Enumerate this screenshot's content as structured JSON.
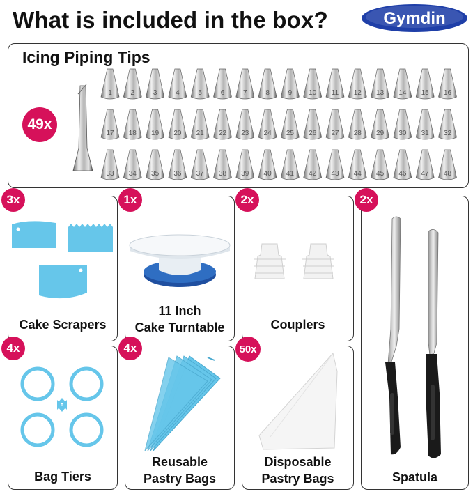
{
  "header": {
    "title": "What is included in the box?",
    "brand": "Gymdin"
  },
  "tips": {
    "heading": "Icing Piping Tips",
    "count_badge": "49x",
    "row1": [
      "1",
      "2",
      "3",
      "4",
      "5",
      "6",
      "7",
      "8",
      "9",
      "10",
      "11",
      "12",
      "13",
      "14",
      "15",
      "16"
    ],
    "row2": [
      "17",
      "18",
      "19",
      "20",
      "21",
      "22",
      "23",
      "24",
      "25",
      "26",
      "27",
      "28",
      "29",
      "30",
      "31",
      "32"
    ],
    "row3": [
      "33",
      "34",
      "35",
      "36",
      "37",
      "38",
      "39",
      "40",
      "41",
      "42",
      "43",
      "44",
      "45",
      "46",
      "47",
      "48"
    ]
  },
  "items": {
    "scrapers": {
      "badge": "3x",
      "label": "Cake Scrapers"
    },
    "turntable": {
      "badge": "1x",
      "label_line1": "11 Inch",
      "label_line2": "Cake Turntable"
    },
    "couplers": {
      "badge": "2x",
      "label": "Couplers"
    },
    "spatula": {
      "badge": "2x",
      "label": "Spatula"
    },
    "bag_tiers": {
      "badge": "4x",
      "label": "Bag Tiers"
    },
    "reusable_bags": {
      "badge": "4x",
      "label_line1": "Reusable",
      "label_line2": "Pastry Bags"
    },
    "disposable_bags": {
      "badge": "50x",
      "label_line1": "Disposable",
      "label_line2": "Pastry Bags"
    }
  },
  "colors": {
    "badge": "#d6115a",
    "brand_blue": "#1f3fa8",
    "accent_blue": "#66c6ea"
  }
}
